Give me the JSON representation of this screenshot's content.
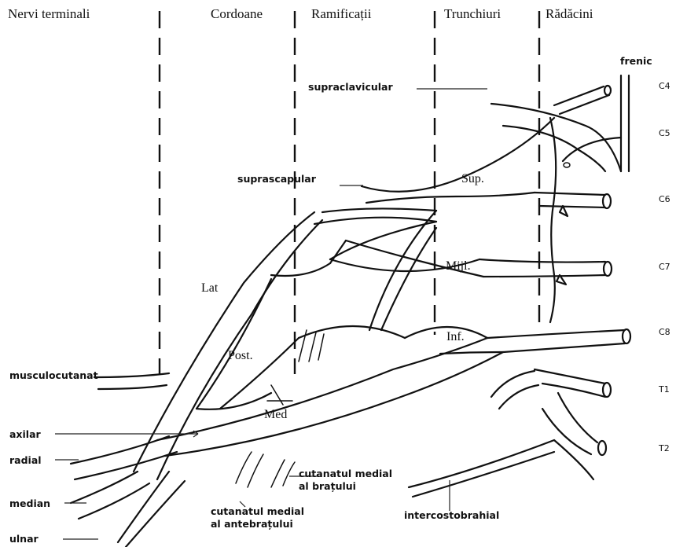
{
  "headers": {
    "terminal": "Nervi terminali",
    "cords": "Cordoane",
    "divisions": "Ramificații",
    "trunks": "Trunchiuri",
    "roots": "Rădăcini"
  },
  "roots": {
    "c4": "C4",
    "c5": "C5",
    "c6": "C6",
    "c7": "C7",
    "c8": "C8",
    "t1": "T1",
    "t2": "T2"
  },
  "trunks": {
    "sup": "Sup.",
    "mid": "Mijl.",
    "inf": "Inf."
  },
  "cords": {
    "lat": "Lat",
    "post": "Post.",
    "med": "Med"
  },
  "nerves": {
    "frenic": "frenic",
    "supraclavicular": "supraclavicular",
    "suprascapular": "suprascapular",
    "musculocutanat": "musculocutanat",
    "axilar": "axilar",
    "radial": "radial",
    "median": "median",
    "ulnar": "ulnar",
    "cut_brat_1": "cutanatul medial",
    "cut_brat_2": "al brațului",
    "cut_antebrat_1": "cutanatul medial",
    "cut_antebrat_2": "al antebrațului",
    "intercostobrahial": "intercostobrahial"
  }
}
